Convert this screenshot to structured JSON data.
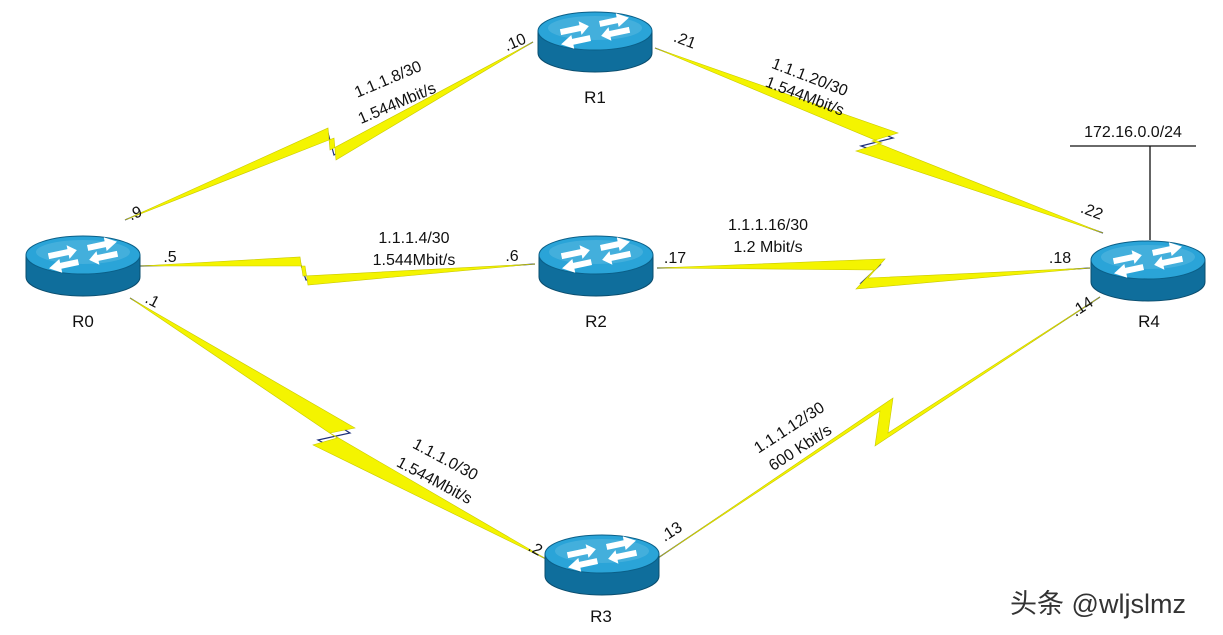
{
  "routers": [
    {
      "id": "R0",
      "name": "R0"
    },
    {
      "id": "R1",
      "name": "R1"
    },
    {
      "id": "R2",
      "name": "R2"
    },
    {
      "id": "R3",
      "name": "R3"
    },
    {
      "id": "R4",
      "name": "R4"
    }
  ],
  "links": [
    {
      "id": "r0-r1",
      "from": "R0",
      "to": "R1",
      "subnet": "1.1.1.8/30",
      "bandwidth": "1.544Mbit/s",
      "from_ip": ".9",
      "to_ip": ".10"
    },
    {
      "id": "r0-r2",
      "from": "R0",
      "to": "R2",
      "subnet": "1.1.1.4/30",
      "bandwidth": "1.544Mbit/s",
      "from_ip": ".5",
      "to_ip": ".6"
    },
    {
      "id": "r0-r3",
      "from": "R0",
      "to": "R3",
      "subnet": "1.1.1.0/30",
      "bandwidth": "1.544Mbit/s",
      "from_ip": ".1",
      "to_ip": ".2"
    },
    {
      "id": "r1-r4",
      "from": "R1",
      "to": "R4",
      "subnet": "1.1.1.20/30",
      "bandwidth": "1.544Mbit/s",
      "from_ip": ".21",
      "to_ip": ".22"
    },
    {
      "id": "r2-r4",
      "from": "R2",
      "to": "R4",
      "subnet": "1.1.1.16/30",
      "bandwidth": "1.2 Mbit/s",
      "from_ip": ".17",
      "to_ip": ".18"
    },
    {
      "id": "r3-r4",
      "from": "R3",
      "to": "R4",
      "subnet": "1.1.1.12/30",
      "bandwidth": "600 Kbit/s",
      "from_ip": ".13",
      "to_ip": ".14"
    }
  ],
  "lan": {
    "subnet": "172.16.0.0/24"
  },
  "watermark": "头条 @wljslmz",
  "colors": {
    "serial_bolt": "#f4f400",
    "serial_line": "#1c2f7a",
    "router_top": "#2aa4d8",
    "router_side": "#0f6e9c",
    "router_arrow": "#ffffff"
  }
}
